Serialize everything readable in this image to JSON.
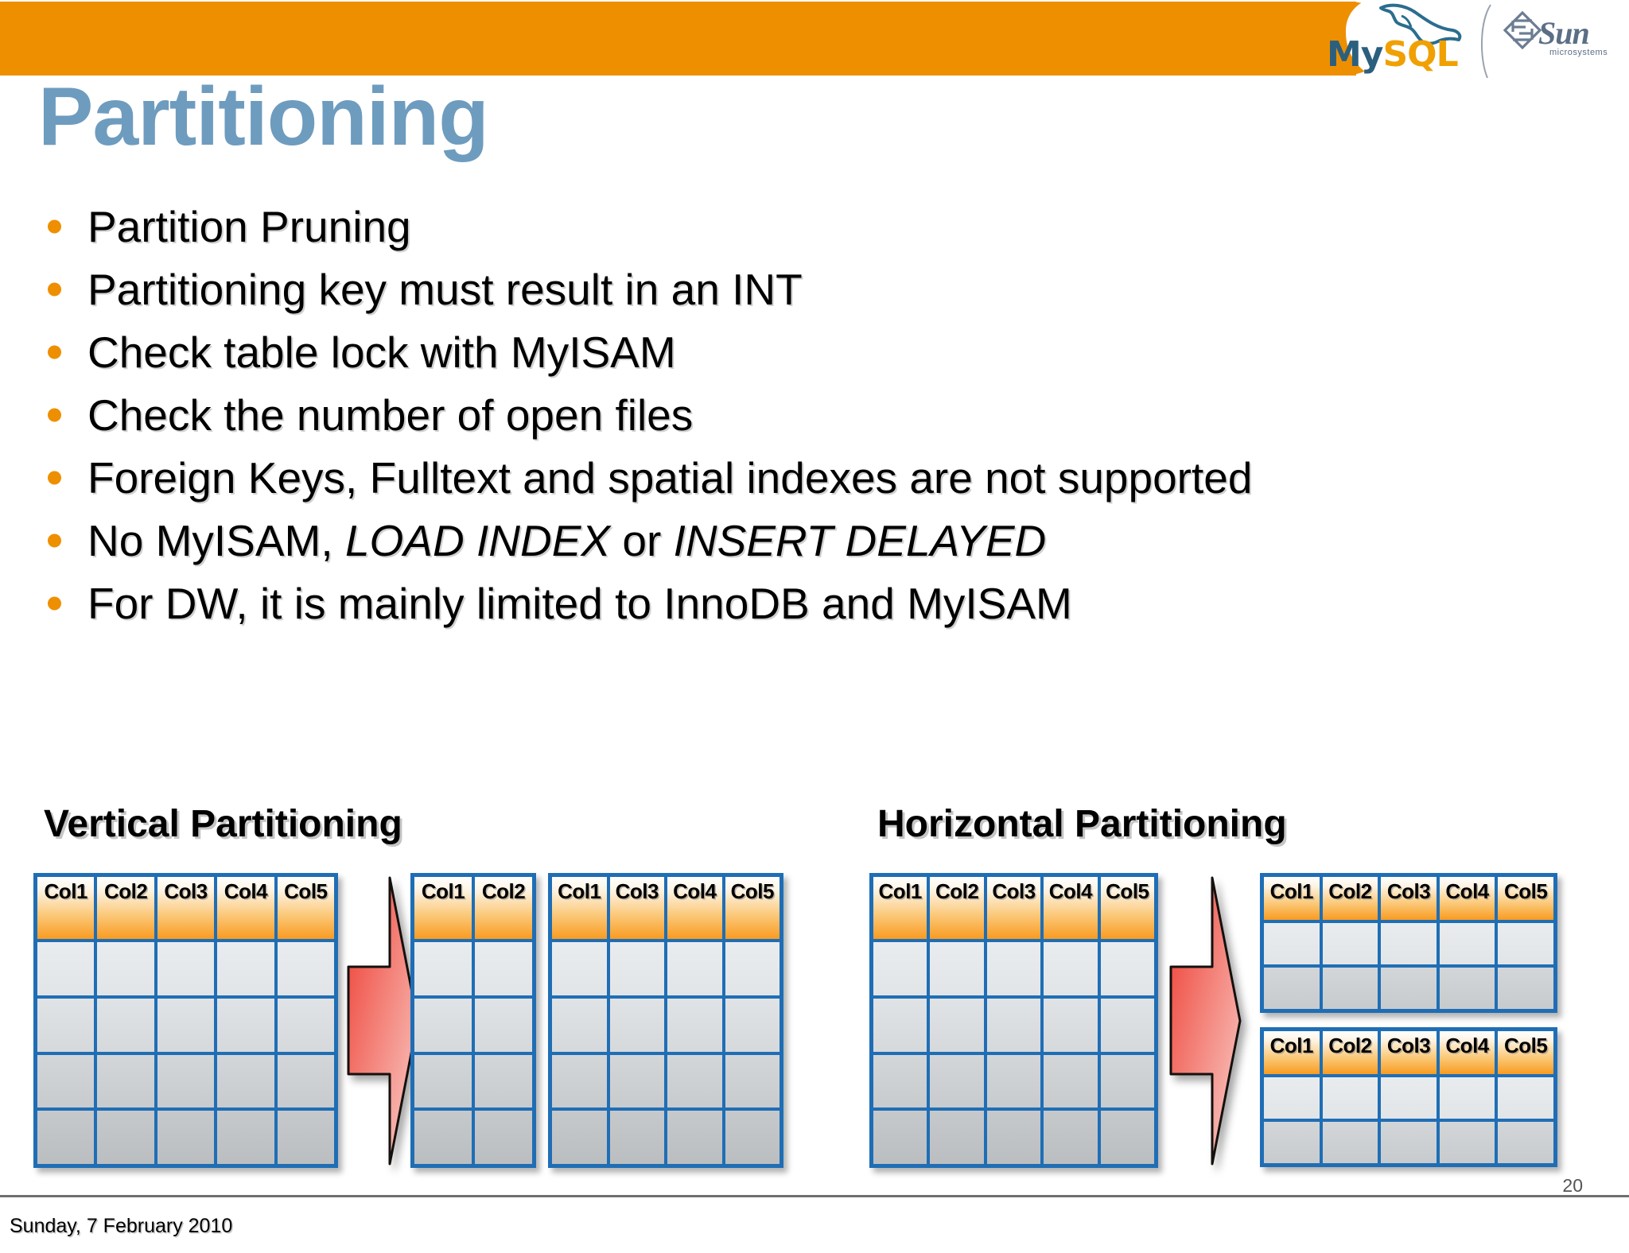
{
  "header": {
    "band_color": "#EE8F00",
    "mysql_logo": {
      "name": "mysql-logo",
      "word_my": "My",
      "word_sql": "SQL",
      "color_my": "#2B5F7E",
      "color_sql": "#F0A000"
    },
    "sun_logo": {
      "name": "sun-microsystems-logo",
      "word": "Sun",
      "subtitle": "microsystems",
      "color": "#5B6E86"
    }
  },
  "title": {
    "text": "Partitioning",
    "color": "#6E9CBF"
  },
  "bullets": {
    "marker_color": "#EE8F00",
    "items": [
      {
        "text": "Partition Pruning",
        "html": "Partition Pruning"
      },
      {
        "text": "Partitioning key must result in an INT",
        "html": "Partitioning key must result in an INT"
      },
      {
        "text": "Check table lock with MyISAM",
        "html": "Check table lock with MyISAM"
      },
      {
        "text": "Check the number of open files",
        "html": "Check the number of open files"
      },
      {
        "text": "Foreign Keys, Fulltext and spatial indexes are not supported",
        "html": "Foreign Keys, Fulltext and spatial indexes are not supported"
      },
      {
        "text": "No MyISAM, LOAD INDEX or INSERT DELAYED",
        "html": "No MyISAM, <i>LOAD INDEX</i> or <i>INSERT DELAYED</i>"
      },
      {
        "text": "For DW, it is mainly limited to InnoDB and MyISAM",
        "html": "For DW, it is mainly limited to InnoDB and MyISAM"
      }
    ]
  },
  "diagrams": {
    "vertical": {
      "heading": "Vertical Partitioning",
      "source_table": {
        "columns": [
          "Col1",
          "Col2",
          "Col3",
          "Col4",
          "Col5"
        ],
        "data_rows": 4
      },
      "arrow": {
        "name": "vertical-split-arrow",
        "color_from": "#F0453A",
        "color_to": "#F7C2BC"
      },
      "result_tables": [
        {
          "columns": [
            "Col1",
            "Col2"
          ],
          "data_rows": 4
        },
        {
          "columns": [
            "Col1",
            "Col3",
            "Col4",
            "Col5"
          ],
          "data_rows": 4
        }
      ]
    },
    "horizontal": {
      "heading": "Horizontal Partitioning",
      "source_table": {
        "columns": [
          "Col1",
          "Col2",
          "Col3",
          "Col4",
          "Col5"
        ],
        "data_rows": 4
      },
      "arrow": {
        "name": "horizontal-split-arrow",
        "color_from": "#F0453A",
        "color_to": "#F7C2BC"
      },
      "result_tables": [
        {
          "columns": [
            "Col1",
            "Col2",
            "Col3",
            "Col4",
            "Col5"
          ],
          "data_rows": 2
        },
        {
          "columns": [
            "Col1",
            "Col2",
            "Col3",
            "Col4",
            "Col5"
          ],
          "data_rows": 2
        }
      ]
    },
    "table_border_color": "#1F6EB5",
    "header_accent_color": "#F99B21"
  },
  "page_number": "20",
  "footer": {
    "date": "Sunday, 7 February 2010"
  }
}
